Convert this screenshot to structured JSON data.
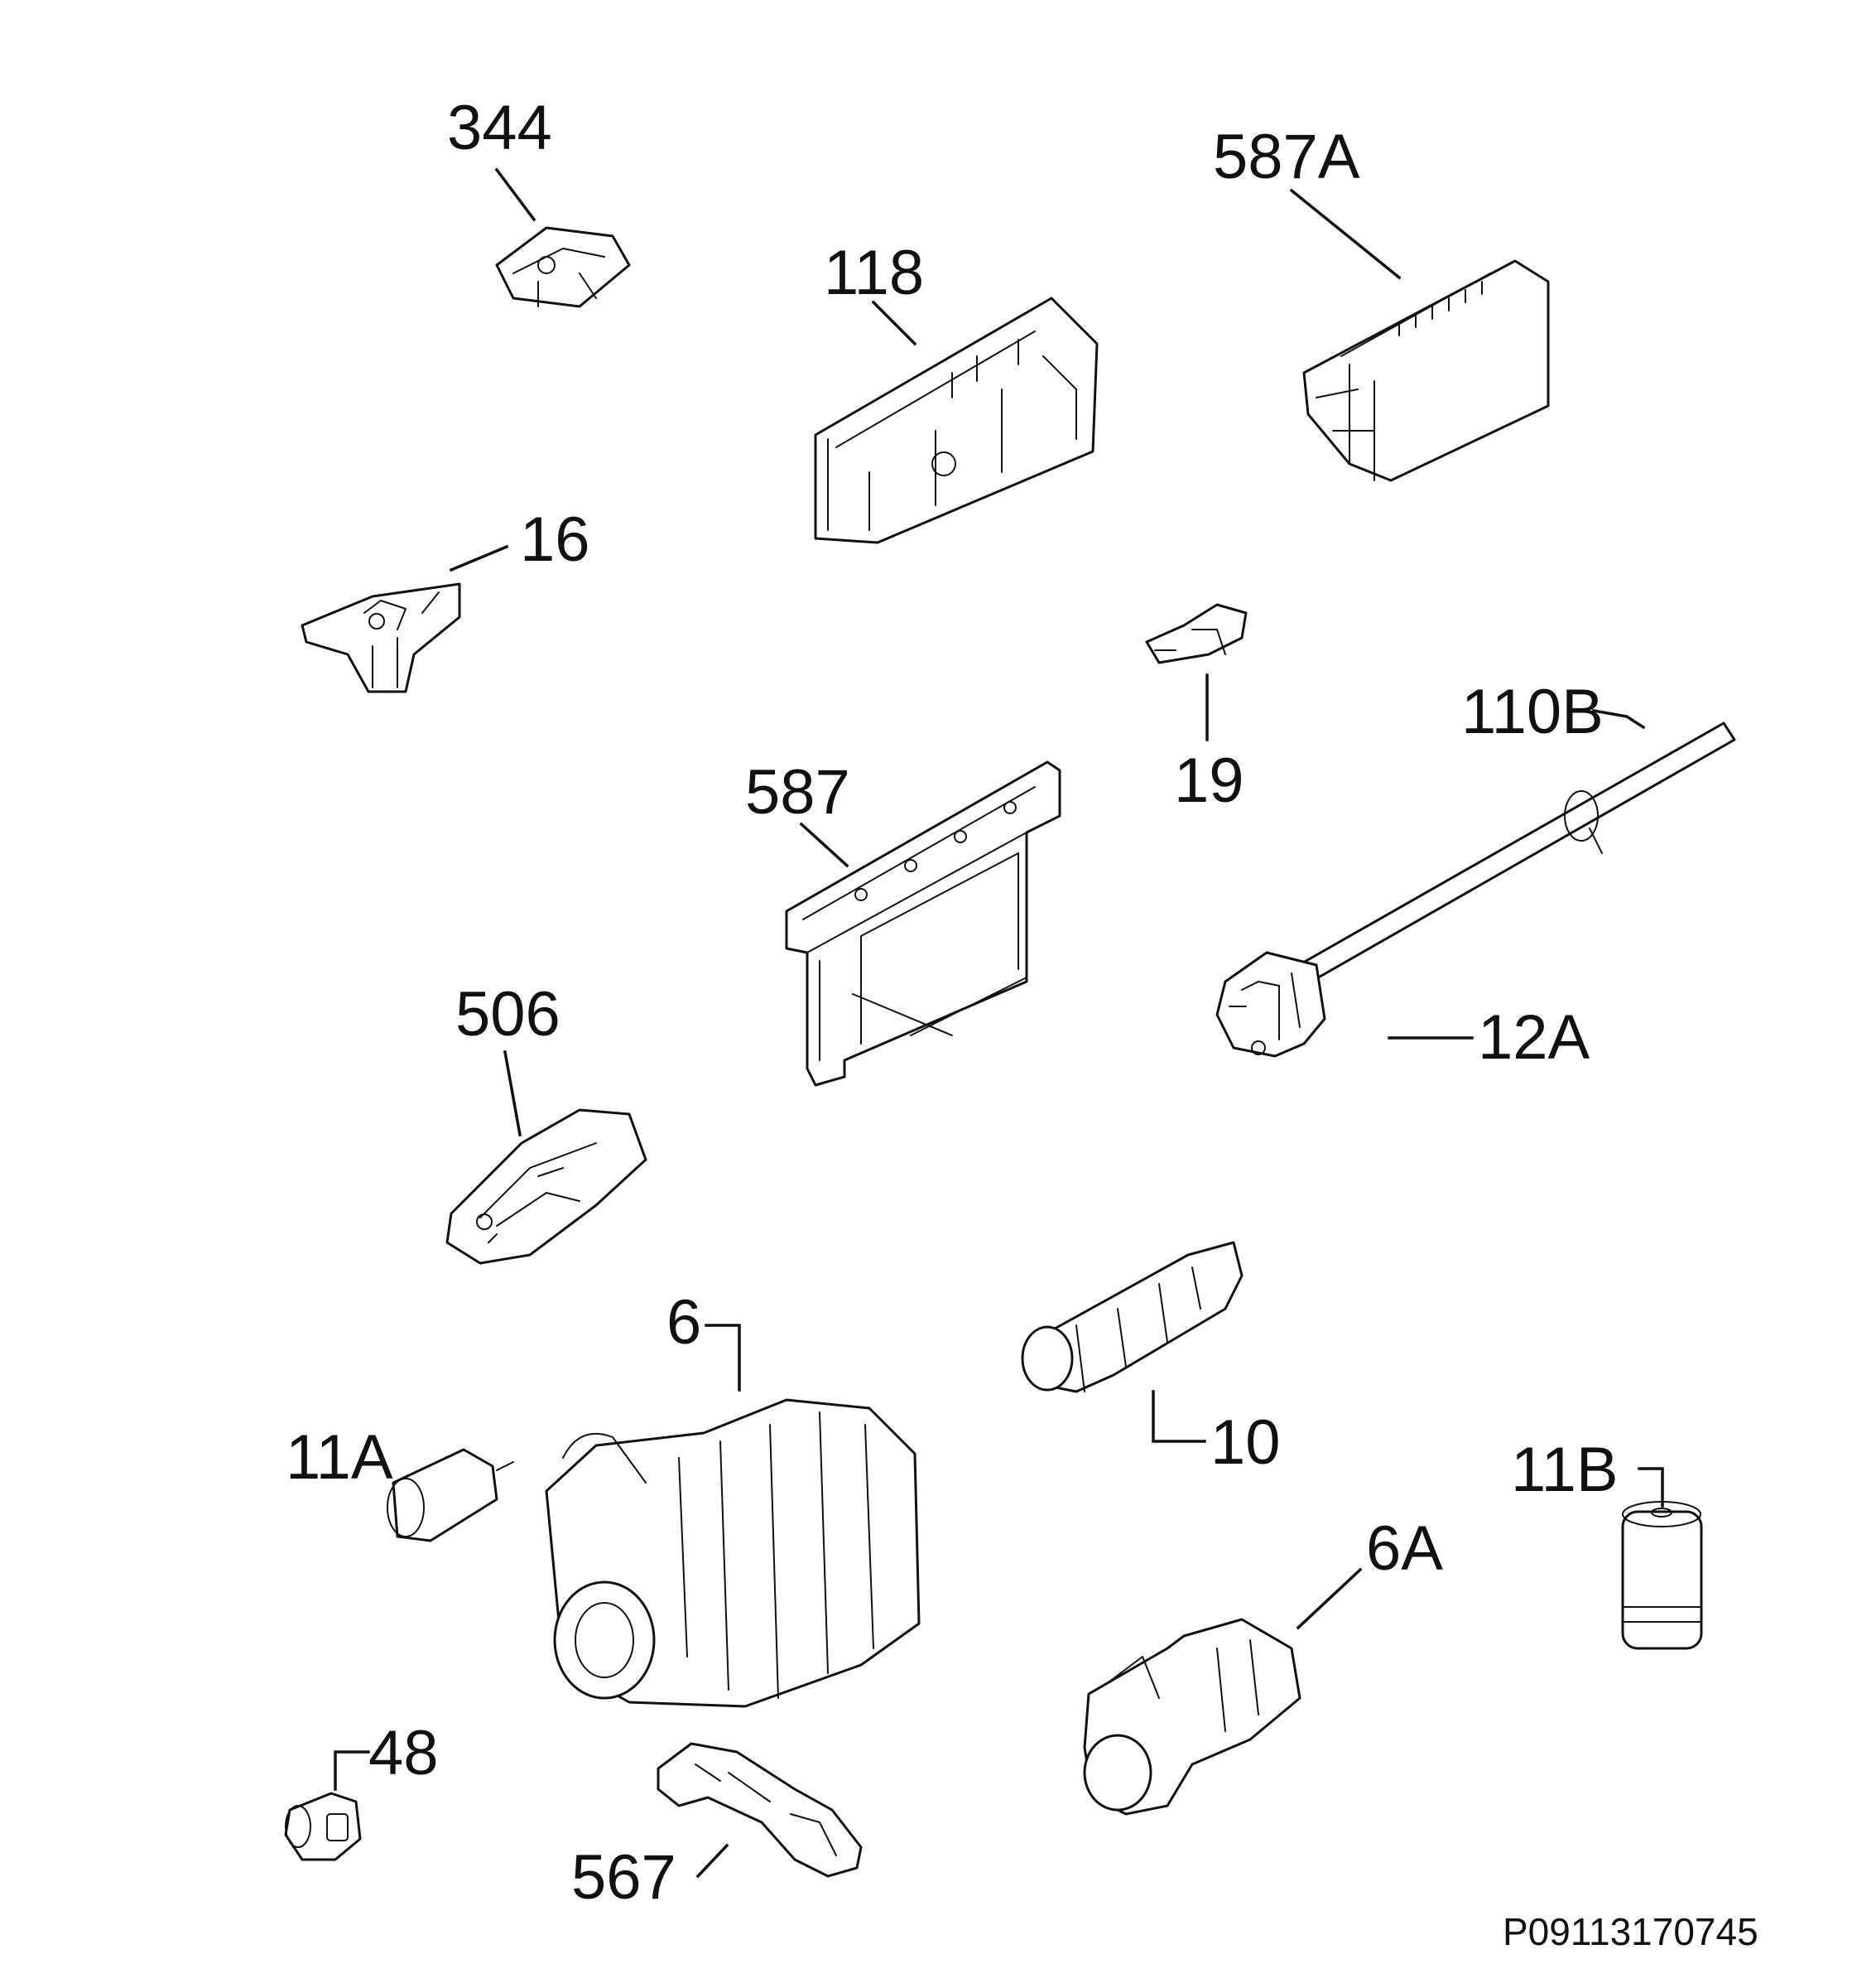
{
  "diagram": {
    "callouts": {
      "c344": "344",
      "c587A": "587A",
      "c118": "118",
      "c16": "16",
      "c19": "19",
      "c110B": "110B",
      "c587": "587",
      "c506": "506",
      "c12A": "12A",
      "c6": "6",
      "c10": "10",
      "c11A": "11A",
      "c11B": "11B",
      "c6A": "6A",
      "c48": "48",
      "c567": "567"
    },
    "reference_code": "P09113170745"
  },
  "colors": {
    "line": "#111111",
    "background": "#ffffff"
  }
}
